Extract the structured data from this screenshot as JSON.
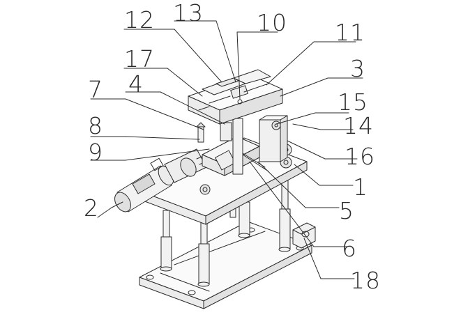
{
  "figure": {
    "labels": [
      {
        "id": "12",
        "text": "12"
      },
      {
        "id": "13",
        "text": "13"
      },
      {
        "id": "10",
        "text": "10"
      },
      {
        "id": "11",
        "text": "11"
      },
      {
        "id": "17",
        "text": "17"
      },
      {
        "id": "3",
        "text": "3"
      },
      {
        "id": "7",
        "text": "7"
      },
      {
        "id": "4",
        "text": "4"
      },
      {
        "id": "15",
        "text": "15"
      },
      {
        "id": "8",
        "text": "8"
      },
      {
        "id": "14",
        "text": "14"
      },
      {
        "id": "9",
        "text": "9"
      },
      {
        "id": "16",
        "text": "16"
      },
      {
        "id": "1",
        "text": "1"
      },
      {
        "id": "2",
        "text": "2"
      },
      {
        "id": "5",
        "text": "5"
      },
      {
        "id": "6",
        "text": "6"
      },
      {
        "id": "18",
        "text": "18"
      }
    ]
  }
}
